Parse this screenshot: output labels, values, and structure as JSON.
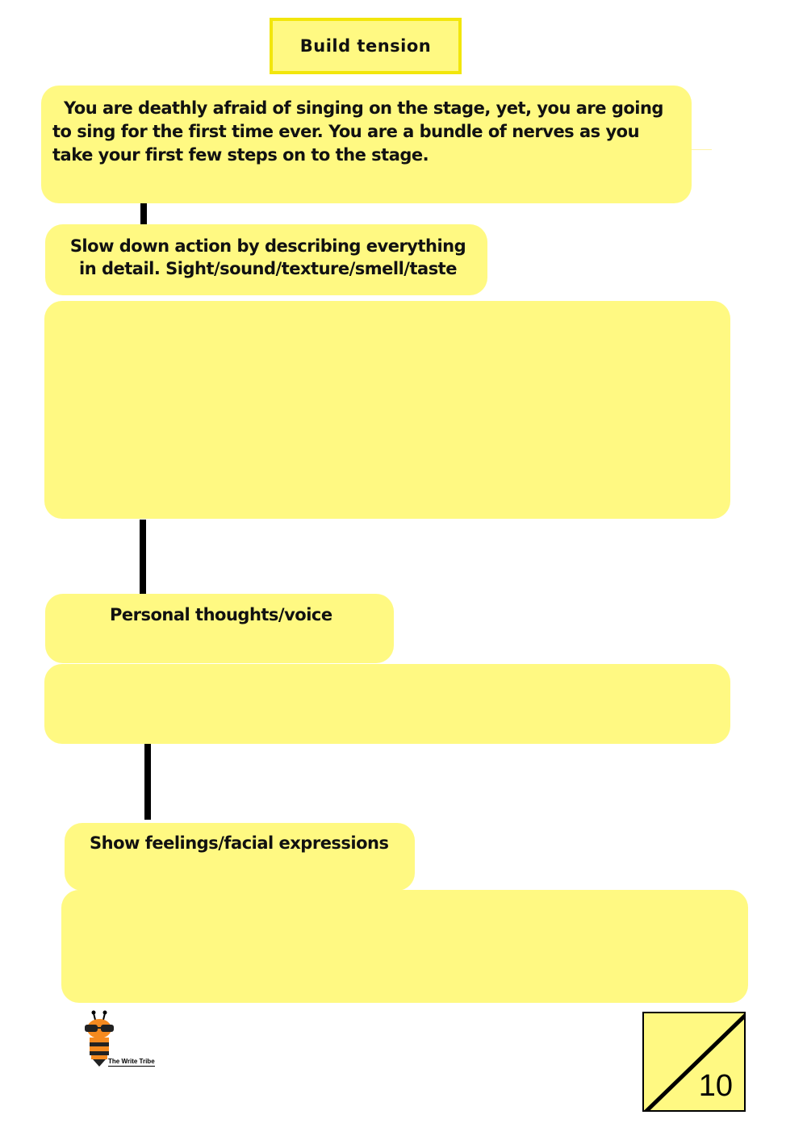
{
  "title": "Build tension",
  "scenario": "You are deathly afraid of singing on the stage, yet, you are going to sing for the first time ever. You are a bundle of nerves as you take your first few steps on to the stage.",
  "sections": [
    {
      "label": "Slow down action by describing everything in detail. Sight/sound/texture/smell/taste"
    },
    {
      "label": "Personal thoughts/voice"
    },
    {
      "label": "Show feelings/facial expressions"
    }
  ],
  "logo": {
    "icon": "bee-icon",
    "text": "The Write Tribe"
  },
  "score": {
    "max": "10"
  },
  "colors": {
    "box": "#fff982",
    "title_border": "#f2e60c"
  }
}
